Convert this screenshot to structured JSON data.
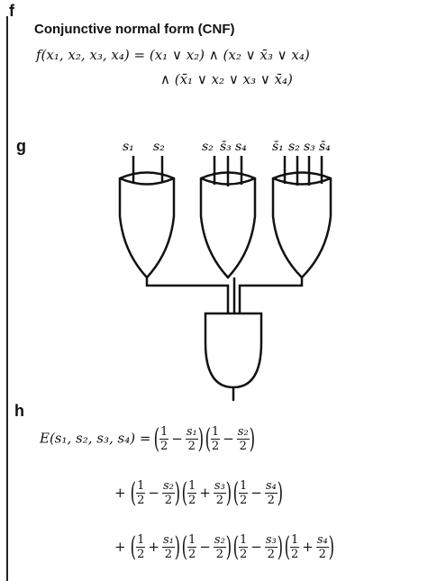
{
  "panels": {
    "f": {
      "letter": "f",
      "heading": "Conjunctive normal form (CNF)",
      "line1": "f(x₁, x₂, x₃, x₄) = (x₁ ∨ x₂) ∧ (x₂ ∨ x̄₃ ∨ x₄)",
      "line2": "∧ (x̄₁ ∨ x₂ ∨ x₃ ∨ x̄₄)"
    },
    "g": {
      "letter": "g",
      "gate1_inputs": [
        "s₁",
        "s₂"
      ],
      "gate2_inputs": [
        "s₂",
        "s̄₃",
        "s₄"
      ],
      "gate3_inputs": [
        "s̄₁",
        "s₂",
        "s₃",
        "s̄₄"
      ]
    },
    "h": {
      "letter": "h",
      "lhs": "E(s₁, s₂, s₃, s₄) =",
      "plus": "+",
      "minus": "−",
      "half": "1",
      "two": "2",
      "s1": "s₁",
      "s2": "s₂",
      "s3": "s₃",
      "s4": "s₄"
    }
  }
}
